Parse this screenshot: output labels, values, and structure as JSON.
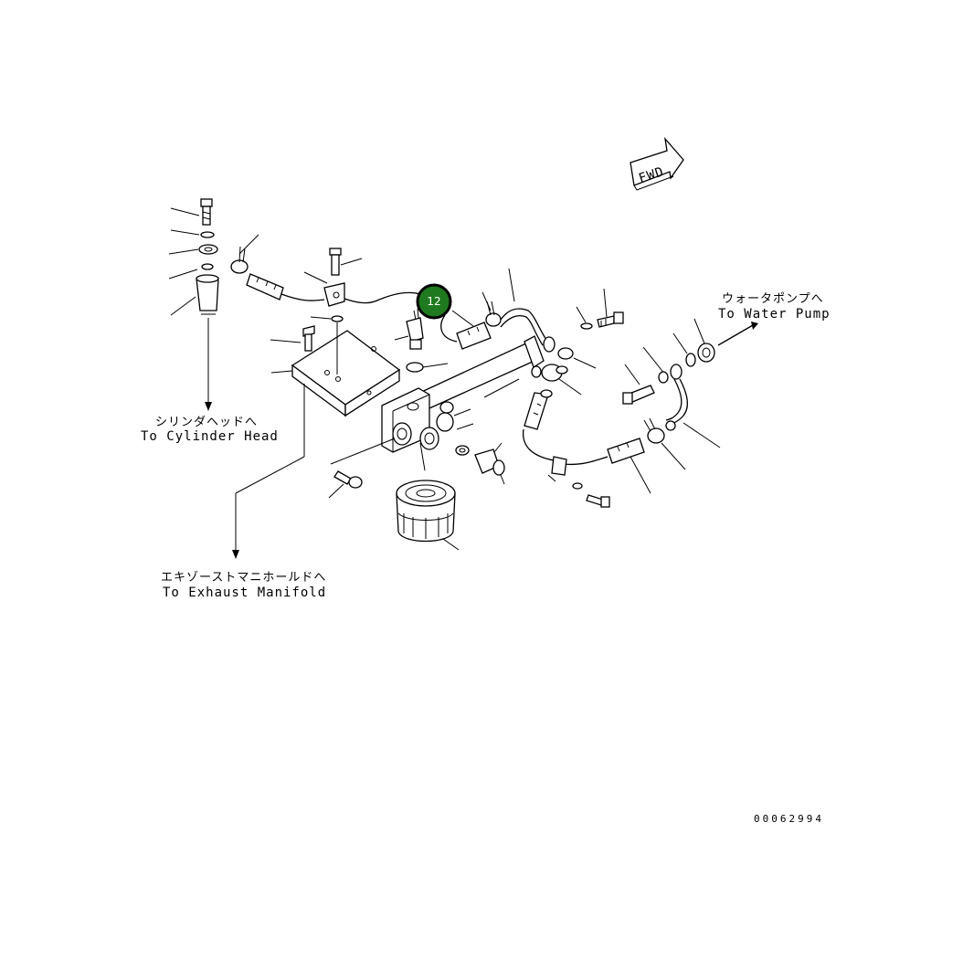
{
  "fwd_label": "FWD",
  "callout": {
    "number": "12",
    "color": "#1f7a1f"
  },
  "destinations": {
    "cylinder_head_jp": "シリンダヘッドへ",
    "cylinder_head_en": "To Cylinder Head",
    "water_pump_jp": "ウォータポンプへ",
    "water_pump_en": "To Water Pump",
    "exhaust_manifold_jp": "エキゾーストマニホールドへ",
    "exhaust_manifold_en": "To Exhaust Manifold"
  },
  "drawing_number": "00062994"
}
